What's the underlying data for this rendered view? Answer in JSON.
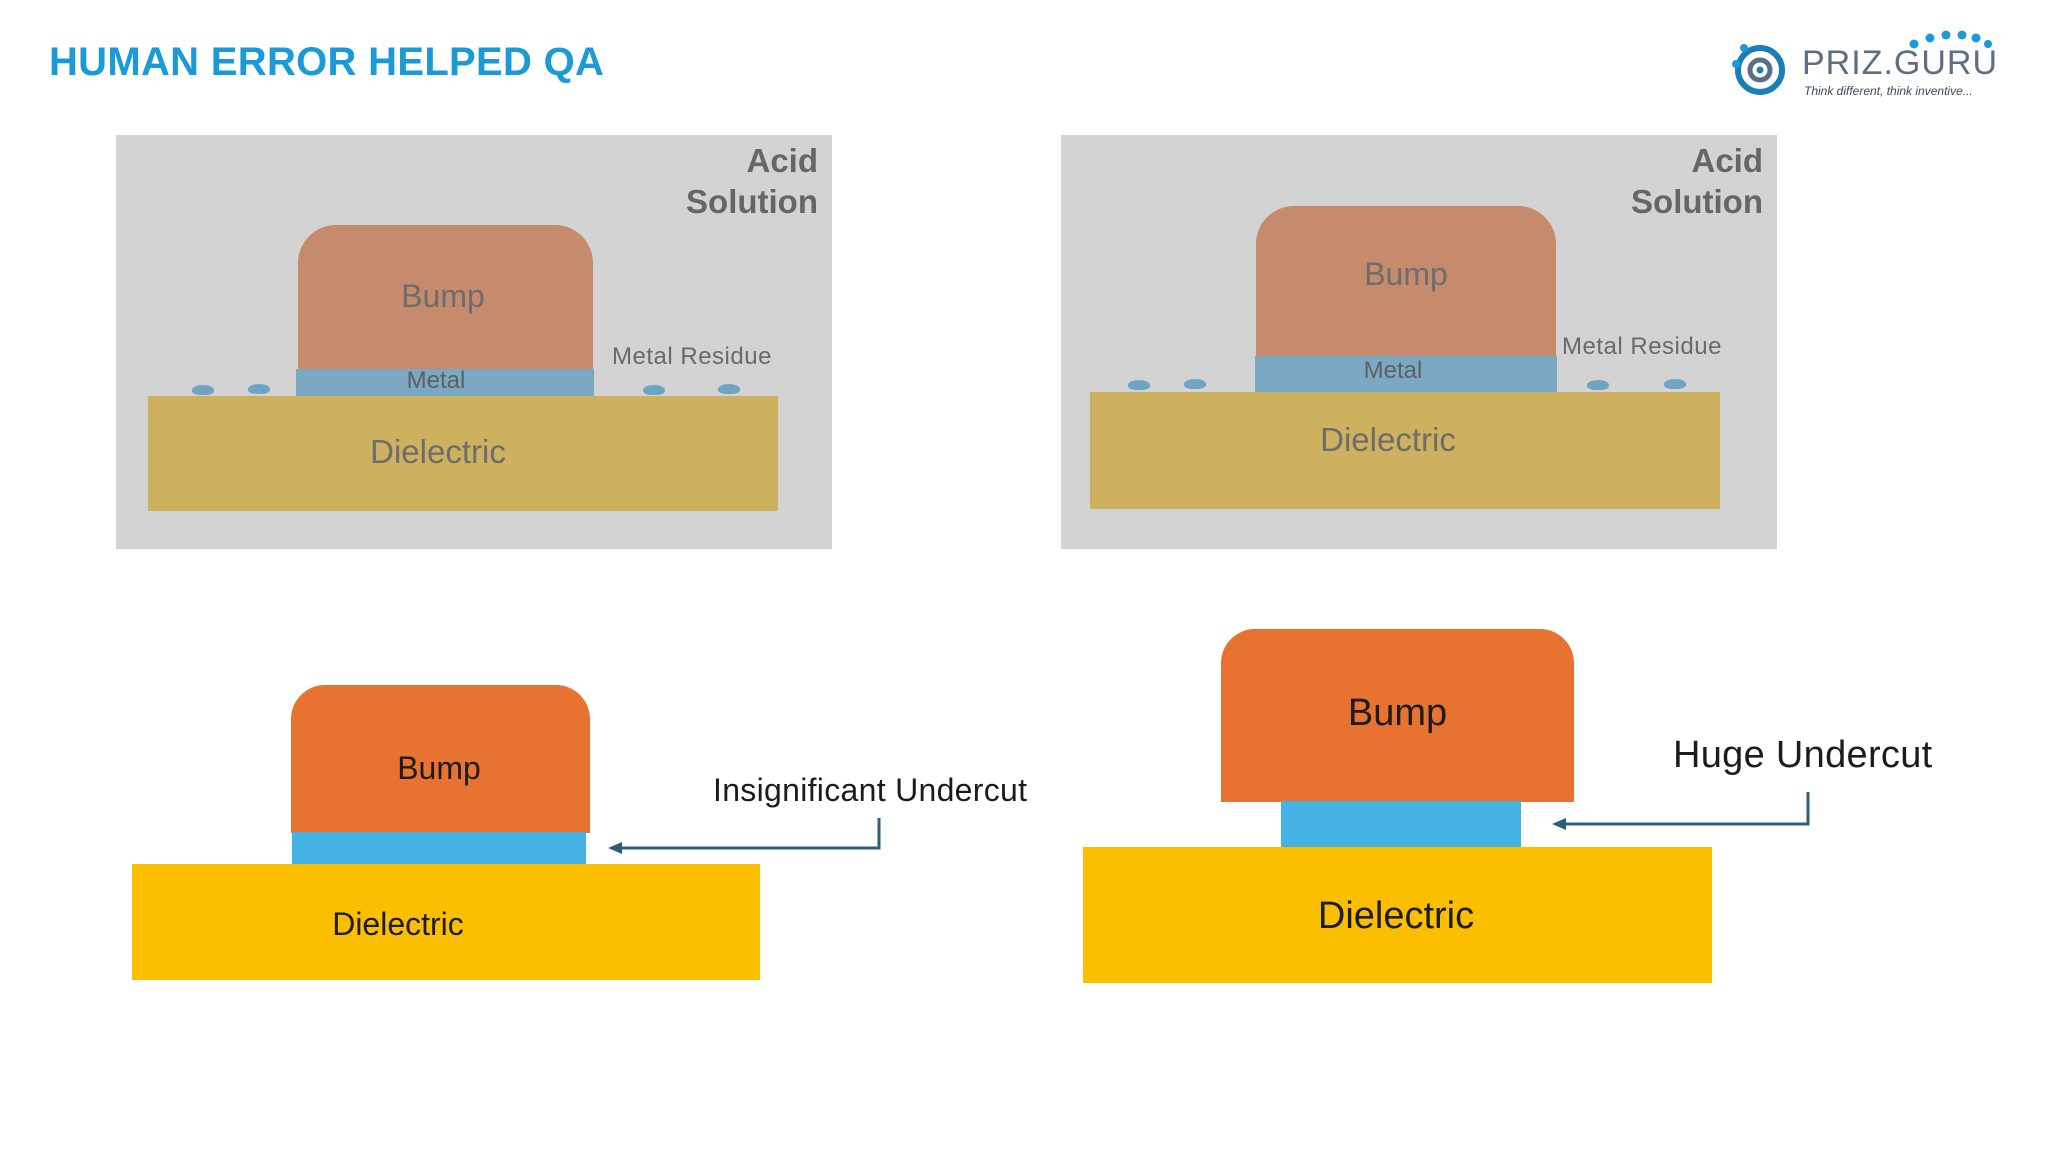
{
  "page": {
    "title": "HUMAN ERROR HELPED QA"
  },
  "logo": {
    "name": "PRIZ.GURU",
    "tagline": "Think different, think inventive..."
  },
  "panels": [
    {
      "solution_label_line1": "Acid",
      "solution_label_line2": "Solution",
      "bump_label": "Bump",
      "metal_label": "Metal",
      "residue_label": "Metal Residue",
      "dielectric_label": "Dielectric"
    },
    {
      "solution_label_line1": "Acid",
      "solution_label_line2": "Solution",
      "bump_label": "Bump",
      "metal_label": "Metal",
      "residue_label": "Metal Residue",
      "dielectric_label": "Dielectric"
    }
  ],
  "results": [
    {
      "bump_label": "Bump",
      "dielectric_label": "Dielectric",
      "undercut_label": "Insignificant Undercut"
    },
    {
      "bump_label": "Bump",
      "dielectric_label": "Dielectric",
      "undercut_label": "Huge Undercut"
    }
  ],
  "colors": {
    "title": "#1a9ad6",
    "panel_background": "#d3d3d3",
    "bump_orange": "#e87331",
    "metal_blue": "#44b3e3",
    "dielectric_yellow": "#fcbf00",
    "arrow": "#2f5d7c"
  }
}
